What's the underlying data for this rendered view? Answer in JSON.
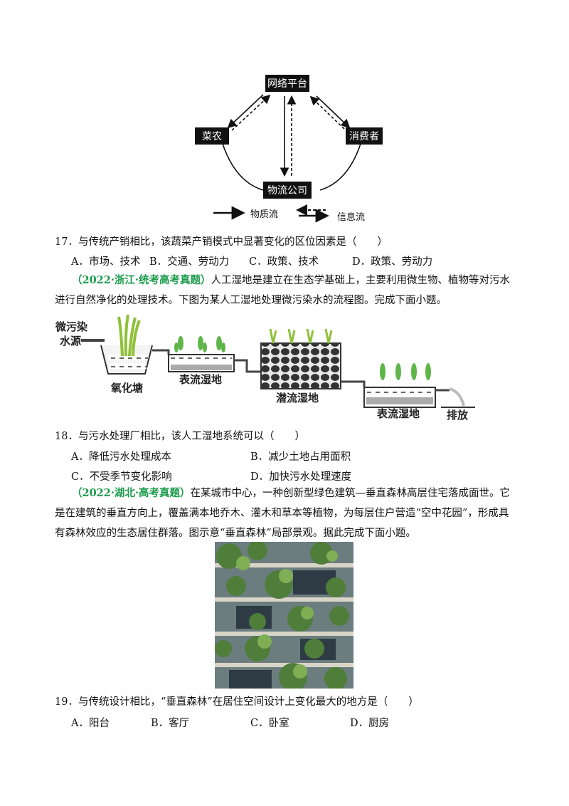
{
  "flow_diagram": {
    "nodes": {
      "platform": "网络平台",
      "farmer": "菜农",
      "consumer": "消费者",
      "logistics": "物流公司"
    },
    "legend": {
      "material": "物质流",
      "information": "信息流"
    }
  },
  "q17": {
    "stem": "17．与传统产销相比，该蔬菜产销模式中显著变化的区位因素是（　　）",
    "options": [
      "A．市场、技术",
      "B．交通、劳动力",
      "C．政策、技术",
      "D．政策、劳动力"
    ]
  },
  "intro_zhejiang": {
    "source": "（2022·浙江·统考高考真题）",
    "text": "人工湿地是建立在生态学基础上，主要利用微生物、植物等对污水进行自然净化的处理技术。下图为某人工湿地处理微污染水的流程图。完成下面小题。"
  },
  "wetland_diagram": {
    "labels": {
      "source": [
        "微污染",
        "水源"
      ],
      "oxidation_pond": "氧化塘",
      "surface_wetland_1": "表流湿地",
      "subsurface_wetland": "潜流湿地",
      "surface_wetland_2": "表流湿地",
      "discharge": "排放"
    }
  },
  "q18": {
    "stem": "18．与污水处理厂相比，该人工湿地系统可以（　　）",
    "options": [
      "A．降低污水处理成本",
      "B．减少土地占用面积",
      "C．不受季节变化影响",
      "D．加快污水处理速度"
    ]
  },
  "intro_hubei": {
    "source": "（2022·湖北·高考真题）",
    "text": "在某城市中心，一种创新型绿色建筑—垂直森林高层住宅落成面世。它是在建筑的垂直方向上，覆盖满本地乔木、灌木和草本等植物，为每层住户营造“空中花园”，形成具有森林效应的生态居住群落。图示意“垂直森林”局部景观。据此完成下面小题。"
  },
  "q19": {
    "stem": "19．与传统设计相比，“垂直森林”在居住空间设计上变化最大的地方是（　　）",
    "options": [
      "A．阳台",
      "B．客厅",
      "C．卧室",
      "D．厨房"
    ]
  }
}
